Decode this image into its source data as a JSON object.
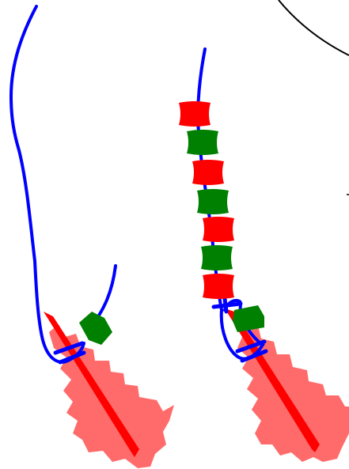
{
  "colors": {
    "background": "#ffffff",
    "thread": "#0000ff",
    "bead_red": "#ff0000",
    "bead_green": "#008000",
    "needle": "#ff0000",
    "tuft": "#ff6b6b",
    "outline": "#000000"
  },
  "strands": [
    {
      "name": "left-strand",
      "beads": [
        "green"
      ]
    },
    {
      "name": "right-strand",
      "beads": [
        "red",
        "green",
        "red",
        "green",
        "red",
        "green",
        "red",
        "green"
      ]
    }
  ]
}
